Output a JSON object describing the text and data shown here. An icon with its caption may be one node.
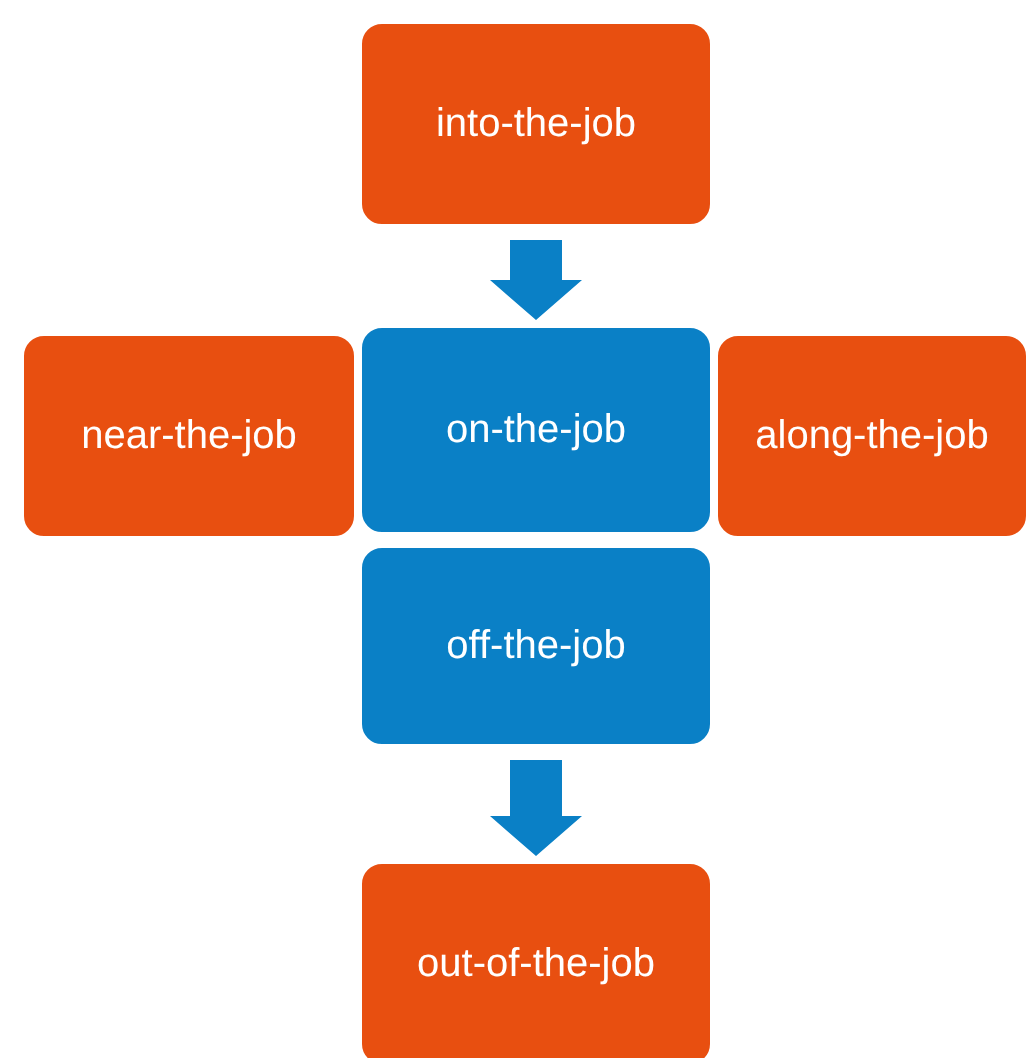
{
  "diagram": {
    "nodes": [
      {
        "text": [
          "into-the-job"
        ]
      },
      {
        "text": [
          "near-the-job"
        ]
      },
      {
        "text": [
          "on-the-job"
        ]
      },
      {
        "text": [
          "along-the-job"
        ]
      },
      {
        "text": [
          "off-the-job"
        ]
      },
      {
        "text": [
          "out-of-the-job"
        ]
      }
    ],
    "edges": [
      {
        "from": 0,
        "to": 2,
        "arrow": "to"
      },
      {
        "from": 4,
        "to": 5,
        "arrow": "to"
      }
    ]
  }
}
